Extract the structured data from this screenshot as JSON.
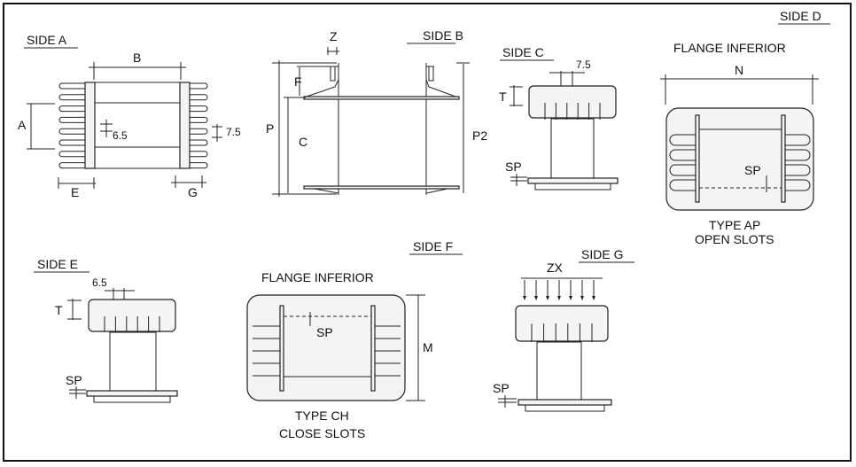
{
  "side_a": {
    "title": "SIDE A",
    "dim_b": "B",
    "dim_a": "A",
    "dim_6_5": "6.5",
    "dim_7_5": "7.5",
    "dim_e": "E",
    "dim_g": "G"
  },
  "side_b": {
    "title": "SIDE B",
    "dim_z": "Z",
    "dim_f": "F",
    "dim_p": "P",
    "dim_c": "C",
    "dim_p2": "P2"
  },
  "side_c": {
    "title": "SIDE C",
    "dim_7_5": "7.5",
    "dim_t": "T",
    "dim_sp": "SP"
  },
  "side_d": {
    "title": "SIDE D",
    "heading": "FLANGE INFERIOR",
    "dim_n": "N",
    "dim_sp": "SP",
    "type_line1": "TYPE AP",
    "type_line2": "OPEN SLOTS"
  },
  "side_e": {
    "title": "SIDE E",
    "dim_6_5": "6.5",
    "dim_t": "T",
    "dim_sp": "SP"
  },
  "side_f": {
    "title": "SIDE F",
    "heading": "FLANGE INFERIOR",
    "dim_sp": "SP",
    "dim_m": "M",
    "type_line1": "TYPE CH",
    "type_line2": "CLOSE SLOTS"
  },
  "side_g": {
    "title": "SIDE G",
    "dim_zx": "ZX",
    "dim_sp": "SP"
  }
}
